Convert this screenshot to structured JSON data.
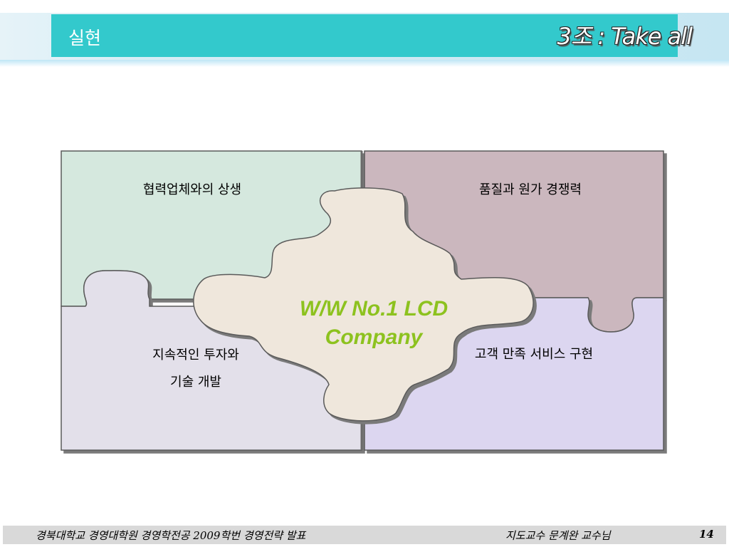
{
  "header": {
    "title": "실현",
    "team": "3조 : Take all"
  },
  "diagram": {
    "center": [
      "W/W No.1 LCD",
      "Company"
    ],
    "top_left": "협력업체와의 상생",
    "top_right": "품질과 원가 경쟁력",
    "bottom_left": [
      "지속적인 투자와",
      "기술 개발"
    ],
    "bottom_right": "고객 만족 서비스 구현",
    "colors": {
      "top_left": "#d5e8de",
      "top_right": "#cbb7be",
      "bottom_left": "#e3e0ea",
      "bottom_right": "#dcd6f0",
      "center": "#efe7dc",
      "center_text": "#8dc21f",
      "header": "#33c9cc"
    }
  },
  "footer": {
    "left": "경북대학교 경영대학원  경영학전공 2009학번     경영전략 발표",
    "right": "지도교수   문계완 교수님",
    "page": "14"
  }
}
